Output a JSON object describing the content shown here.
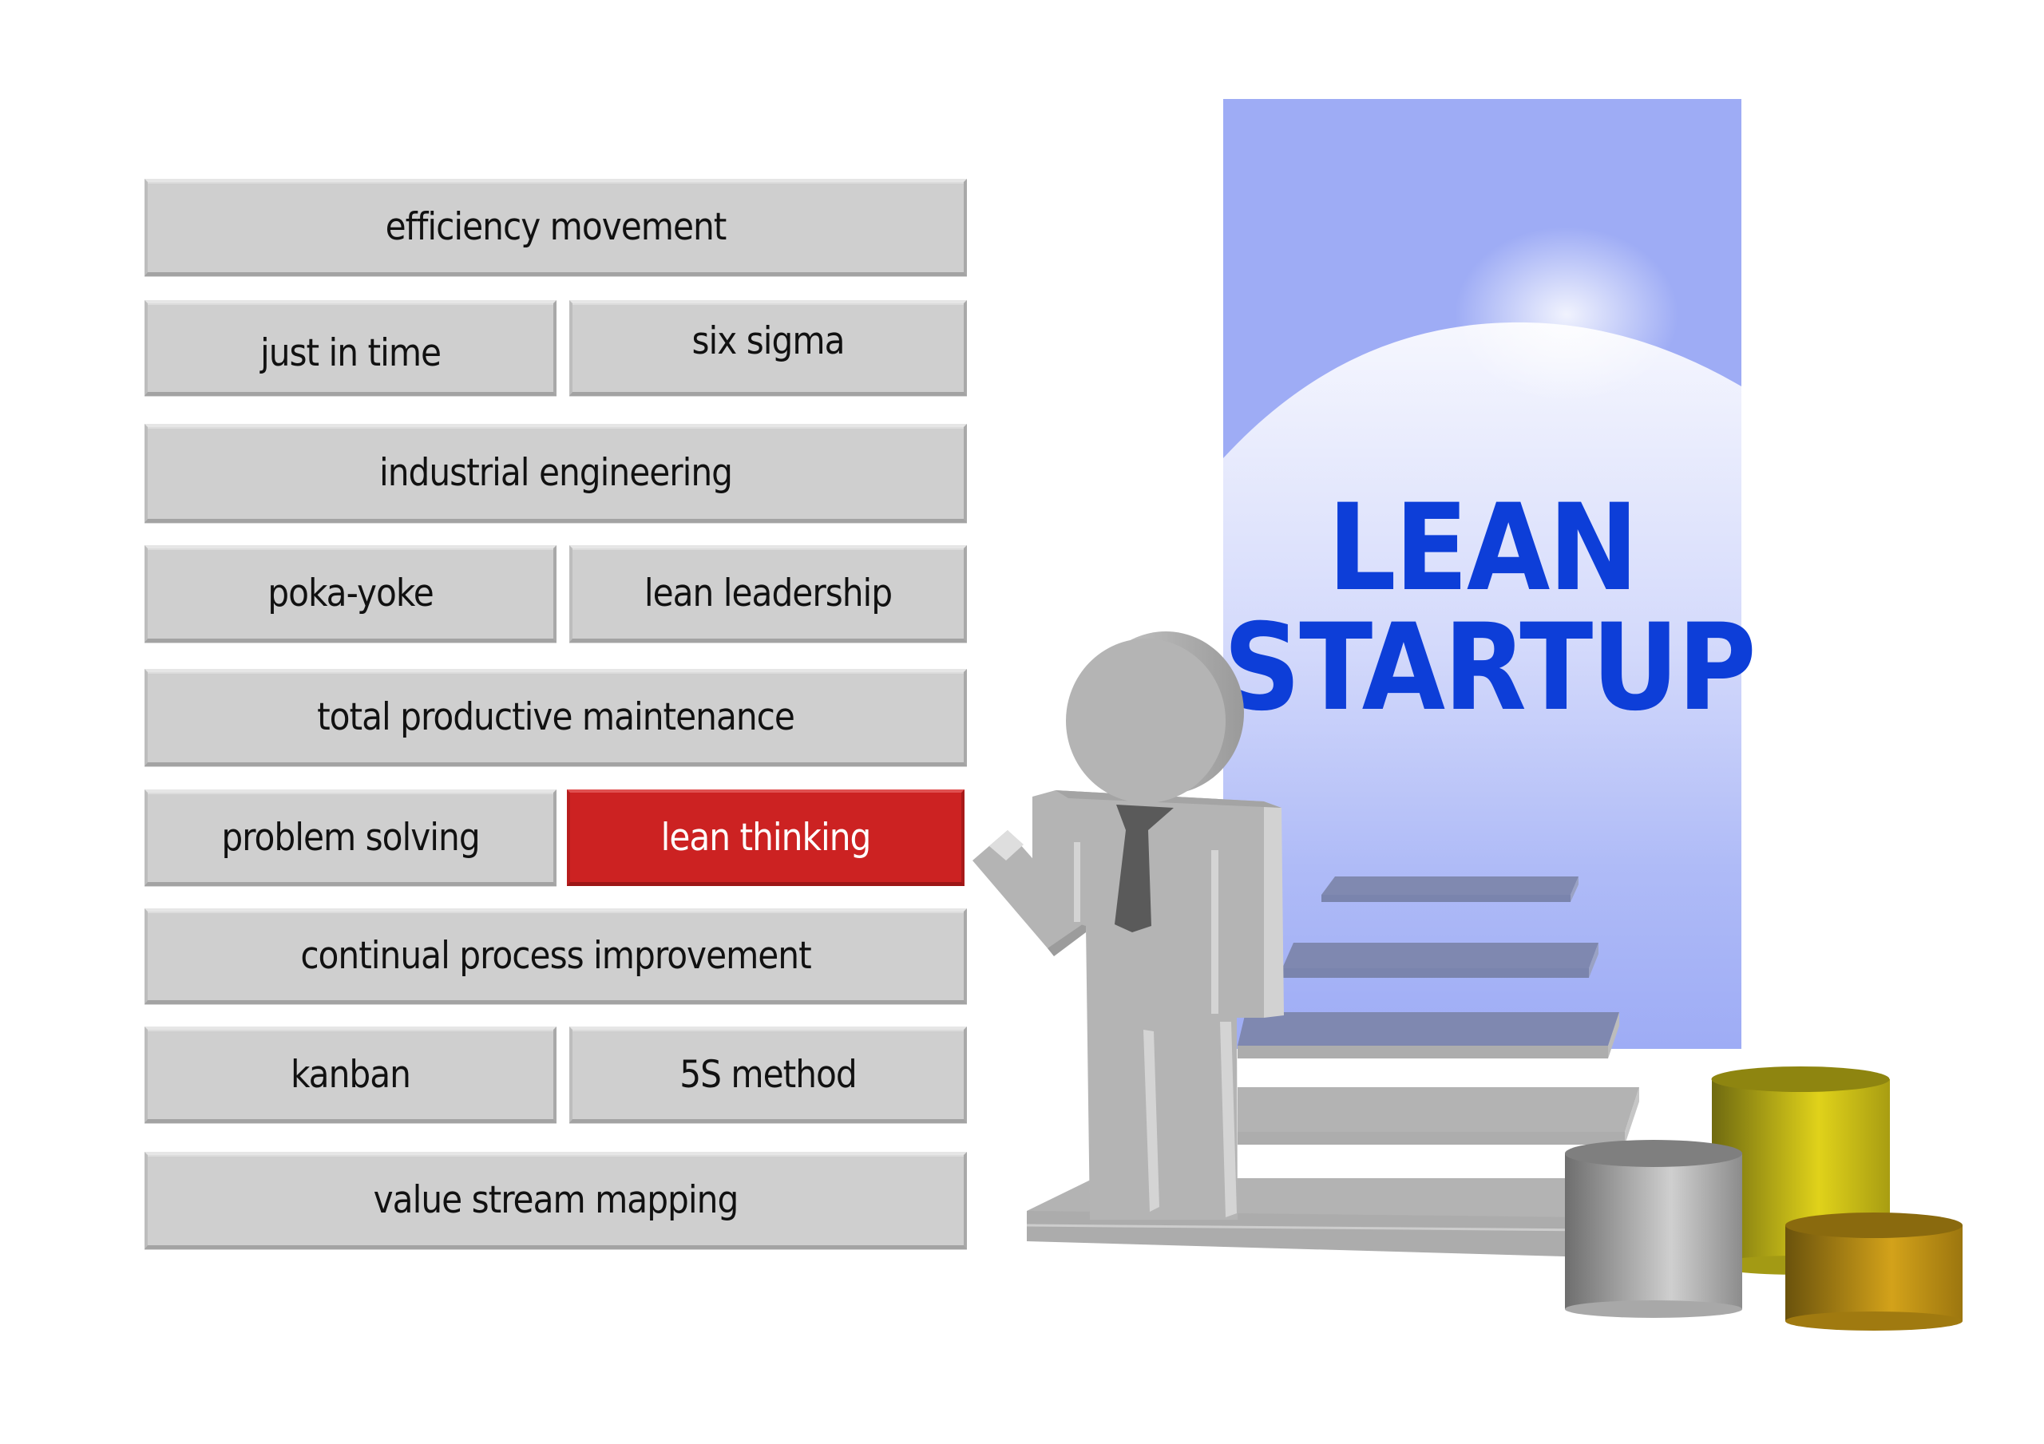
{
  "tiles": {
    "efficiency_movement": "efficiency movement",
    "just_in_time": "just in time",
    "six_sigma": "six sigma",
    "industrial_engineering": "industrial engineering",
    "poka_yoke": "poka-yoke",
    "lean_leadership": "lean leadership",
    "total_productive_maintenance": "total productive maintenance",
    "problem_solving": "problem solving",
    "lean_thinking": "lean thinking",
    "continual_process_improvement": "continual process improvement",
    "kanban": "kanban",
    "five_s_method": "5S method",
    "value_stream_mapping": "value stream mapping"
  },
  "highlighted_tile": "lean thinking",
  "panel": {
    "title_line1": "LEAN",
    "title_line2": "STARTUP"
  },
  "colors": {
    "tile_gray": "#cfcfcf",
    "tile_highlight": "#cc2222",
    "panel_blue": "#9eacf5",
    "title_blue": "#0d3ed8",
    "figure_gray": "#b3b3b3",
    "tie": "#5a5a5a",
    "cylinder_silver": "#a9a9a9",
    "cylinder_yellow": "#c8c01a",
    "cylinder_gold": "#c9981a"
  },
  "illustration": {
    "figure": "businessman-figure",
    "stairs_steps": 5,
    "cylinders": [
      "silver",
      "yellow",
      "gold"
    ]
  }
}
